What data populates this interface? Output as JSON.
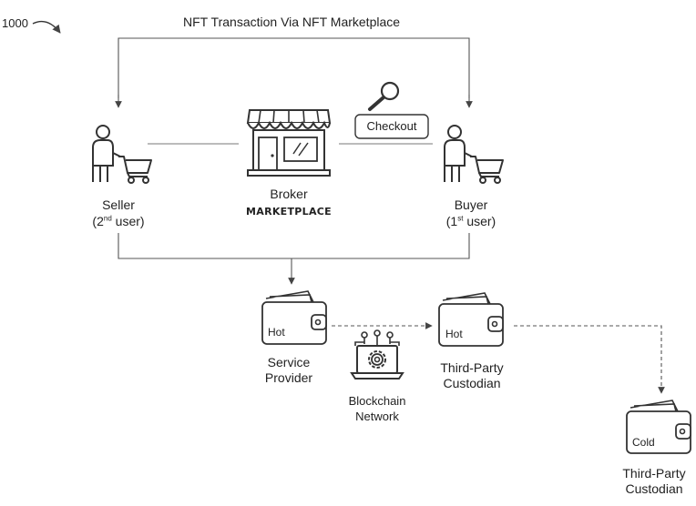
{
  "figure_number": "1000",
  "title": "NFT Transaction Via NFT Marketplace",
  "seller": {
    "name": "Seller",
    "role_pre": "(2",
    "role_sup": "nd",
    "role_post": " user)"
  },
  "broker": {
    "name": "Broker",
    "marketplace": "MARKETPLACE"
  },
  "buyer": {
    "name": "Buyer",
    "role_pre": "(1",
    "role_sup": "st",
    "role_post": " user)"
  },
  "checkout": {
    "label": "Checkout"
  },
  "service_provider": {
    "wallet_label": "Hot",
    "name_line1": "Service",
    "name_line2": "Provider"
  },
  "blockchain": {
    "name_line1": "Blockchain",
    "name_line2": "Network"
  },
  "custodian_hot": {
    "wallet_label": "Hot",
    "name_line1": "Third-Party",
    "name_line2": "Custodian"
  },
  "custodian_cold": {
    "wallet_label": "Cold",
    "name_line1": "Third-Party",
    "name_line2": "Custodian"
  },
  "icons": {
    "person_cart": "person-with-cart-icon",
    "store": "storefront-icon",
    "magnifier": "magnifying-glass-icon",
    "wallet": "wallet-icon",
    "blockchain": "laptop-gear-icon"
  },
  "colors": {
    "line": "#555555",
    "ink": "#222222",
    "icon_stroke": "#333333"
  }
}
